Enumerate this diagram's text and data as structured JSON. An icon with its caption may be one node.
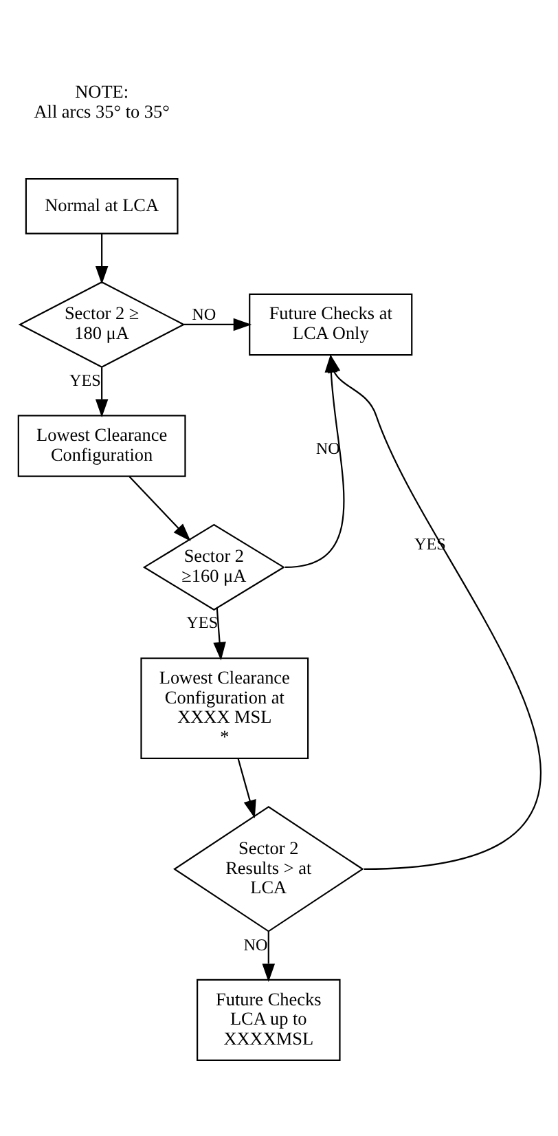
{
  "diagram": {
    "nodes": [
      {
        "text": [
          "Normal at LCA"
        ]
      },
      {
        "text": [
          "Sector 2 ≥ 180 μA"
        ]
      },
      {
        "text": [
          "Future Checks at LCA Only"
        ]
      },
      {
        "text": [
          "Lowest Clearance Configuration"
        ]
      },
      {
        "text": [
          "Sector 2 ≥160 μA"
        ]
      },
      {
        "text": [
          "Lowest Clearance Configuration at XXXX MSL",
          "*"
        ]
      },
      {
        "text": [
          "Sector 2 Results > at LCA"
        ]
      },
      {
        "text": [
          "Future Checks LCA up to XXXXMSL"
        ]
      }
    ],
    "edges": [
      {
        "from": 0,
        "to": 1,
        "arrow": "to"
      },
      {
        "from": 1,
        "to": 2,
        "arrow": "to",
        "label": "NO"
      },
      {
        "from": 1,
        "to": 3,
        "arrow": "to",
        "label": "YES"
      },
      {
        "from": 3,
        "to": 4,
        "arrow": "to"
      },
      {
        "from": 4,
        "to": 2,
        "arrow": "to",
        "label": "NO"
      },
      {
        "from": 4,
        "to": 5,
        "arrow": "to",
        "label": "YES"
      },
      {
        "from": 5,
        "to": 6,
        "arrow": "to"
      },
      {
        "from": 6,
        "to": 2,
        "arrow": "to",
        "label": "YES"
      },
      {
        "from": 6,
        "to": 7,
        "arrow": "to",
        "label": "NO"
      }
    ],
    "labels": [
      "NOTE:",
      "All arcs 35° to 35°"
    ]
  }
}
